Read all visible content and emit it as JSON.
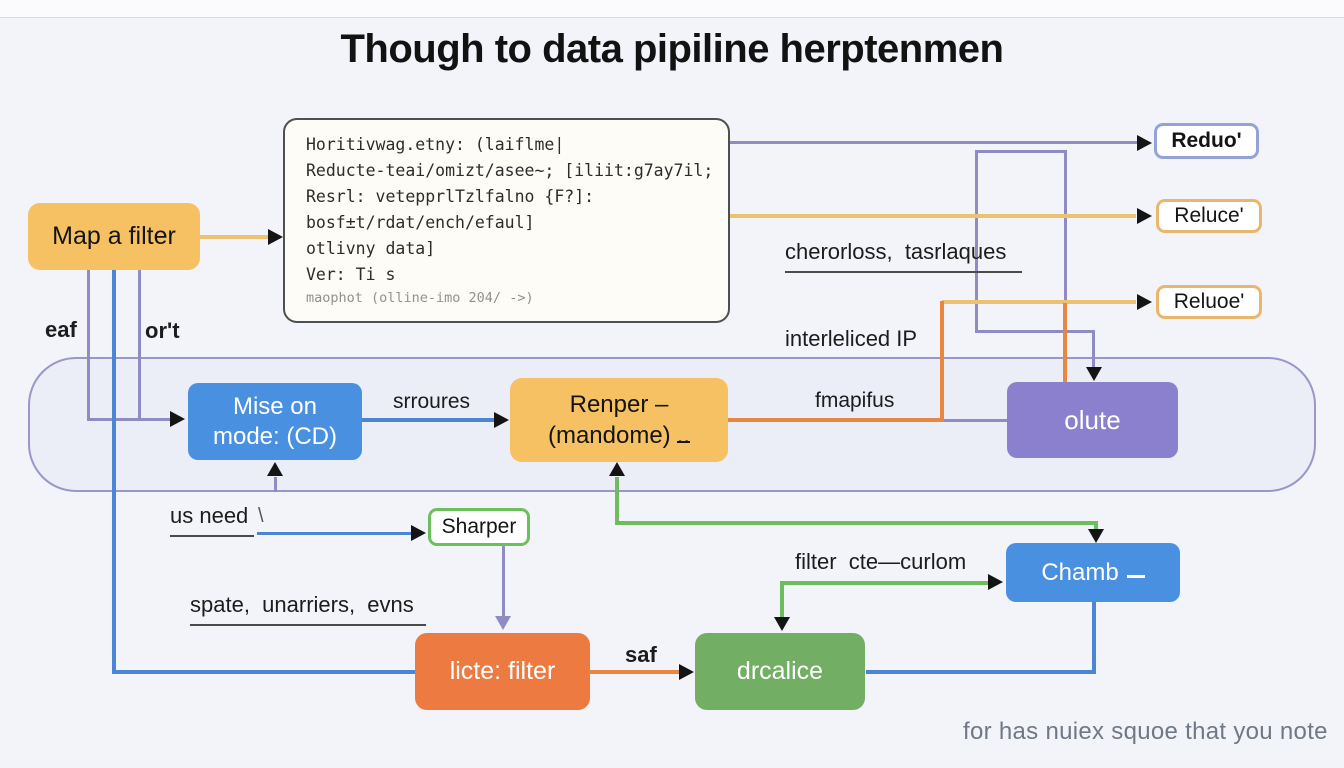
{
  "title": "Though to data pipiline herptenmen",
  "footer": "for has nuiex squoe that you note",
  "code_block": {
    "lines": [
      "Horitivwag.etny: (laiflme|",
      "Reducte-teai/omizt/asee~; [iliit:g7ay7il;",
      "Resrl: vetepprlTzlfalno {F?]:",
      "bosf±t/rdat/ench/efaul]",
      "otlivny data]",
      "Ver: Ti s"
    ],
    "footnote": "maophot (olline-imo 204/ ->)"
  },
  "nodes": {
    "map_filter": {
      "label": "Map a filter"
    },
    "reduo": {
      "label": "Reduo'"
    },
    "reluce": {
      "label": "Reluce'"
    },
    "reluoe": {
      "label": "Reluoe'"
    },
    "mise": {
      "line1": "Mise on",
      "line2": "mode: (CD)"
    },
    "renper": {
      "line1": "Renper –",
      "line2": "(mandome)",
      "suffix": ".."
    },
    "olute": {
      "label": "olute"
    },
    "sharper": {
      "label": "Sharper"
    },
    "licte": {
      "label": "licte: filter"
    },
    "drcalice": {
      "label": "drcalice"
    },
    "chamb": {
      "label": "Chamb"
    }
  },
  "labels": {
    "eaf": "eaf",
    "ort": "or't",
    "cherorloss": "cherorloss,  tasrlaques",
    "interleliced": "interleliced IP",
    "srroures": "srroures",
    "fmapifus": "fmapifus",
    "us_need": "us need",
    "stray_mark": "\\",
    "spate": "spate,  unarriers,  evns",
    "saf": "saf",
    "filter_cte": "filter  cte—curlom"
  },
  "colors": {
    "background": "#f2f4f9",
    "amber_node": "#f5c163",
    "blue_node": "#4a90e0",
    "purple_node": "#8b80ce",
    "orange_node": "#ec7a41",
    "green_node": "#72ae63",
    "purple_line": "#8f8cc4",
    "blue_line": "#4a86d4",
    "yellow_line": "#ecc270",
    "orange_line": "#e8873f",
    "green_line": "#6fbb5f",
    "reduo_border": "#93a3d6",
    "reluce_border": "#e9b66d",
    "sharper_border": "#6cc05c",
    "container_border": "#9c96c8"
  }
}
